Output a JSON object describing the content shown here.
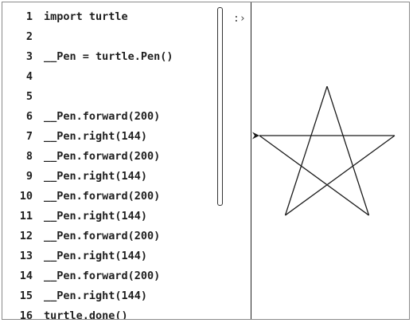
{
  "editor": {
    "lines": [
      {
        "num": "1",
        "text": "import turtle"
      },
      {
        "num": "2",
        "text": ""
      },
      {
        "num": "3",
        "text": "__Pen = turtle.Pen()"
      },
      {
        "num": "4",
        "text": ""
      },
      {
        "num": "5",
        "text": ""
      },
      {
        "num": "6",
        "text": "__Pen.forward(200)"
      },
      {
        "num": "7",
        "text": "__Pen.right(144)"
      },
      {
        "num": "8",
        "text": "__Pen.forward(200)"
      },
      {
        "num": "9",
        "text": "__Pen.right(144)"
      },
      {
        "num": "10",
        "text": "__Pen.forward(200)"
      },
      {
        "num": "11",
        "text": "__Pen.right(144)"
      },
      {
        "num": "12",
        "text": "__Pen.forward(200)"
      },
      {
        "num": "13",
        "text": "__Pen.right(144)"
      },
      {
        "num": "14",
        "text": "__Pen.forward(200)"
      },
      {
        "num": "15",
        "text": "__Pen.right(144)"
      },
      {
        "num": "16",
        "text": "turtle.done()"
      }
    ]
  },
  "toggle": {
    "glyph": ":›",
    "icon": "panel-toggle-icon"
  },
  "output": {
    "drawing": "pentagram",
    "forward_distance": 200,
    "turn_angle": 144,
    "line_color": "#1a1a1a",
    "turtle_icon": "turtle-arrow-icon"
  }
}
